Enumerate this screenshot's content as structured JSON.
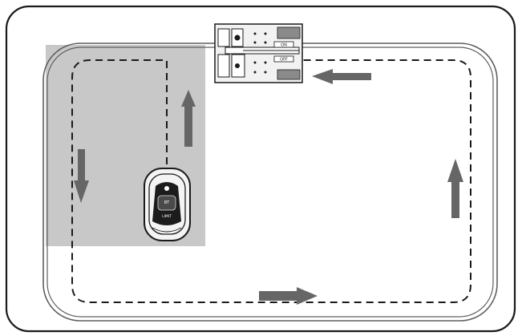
{
  "diagram": {
    "station_labels": [
      "ON",
      "OFF"
    ],
    "mower_labels": [
      "BT",
      "LIMIT"
    ],
    "colors": {
      "background": "#ffffff",
      "outline": "#1a1a1a",
      "wire": "#5f5f5f",
      "shaded_zone": "#c8c8c8",
      "dashed_path": "#1a1a1a",
      "arrow": "#666666",
      "station_body": "#f2f2f2",
      "mower_body": "#f4f4f4"
    },
    "icons": [
      "charging-station-icon",
      "robot-mower-icon",
      "arrow-up-icon",
      "arrow-down-icon",
      "arrow-left-icon",
      "arrow-right-icon"
    ]
  }
}
